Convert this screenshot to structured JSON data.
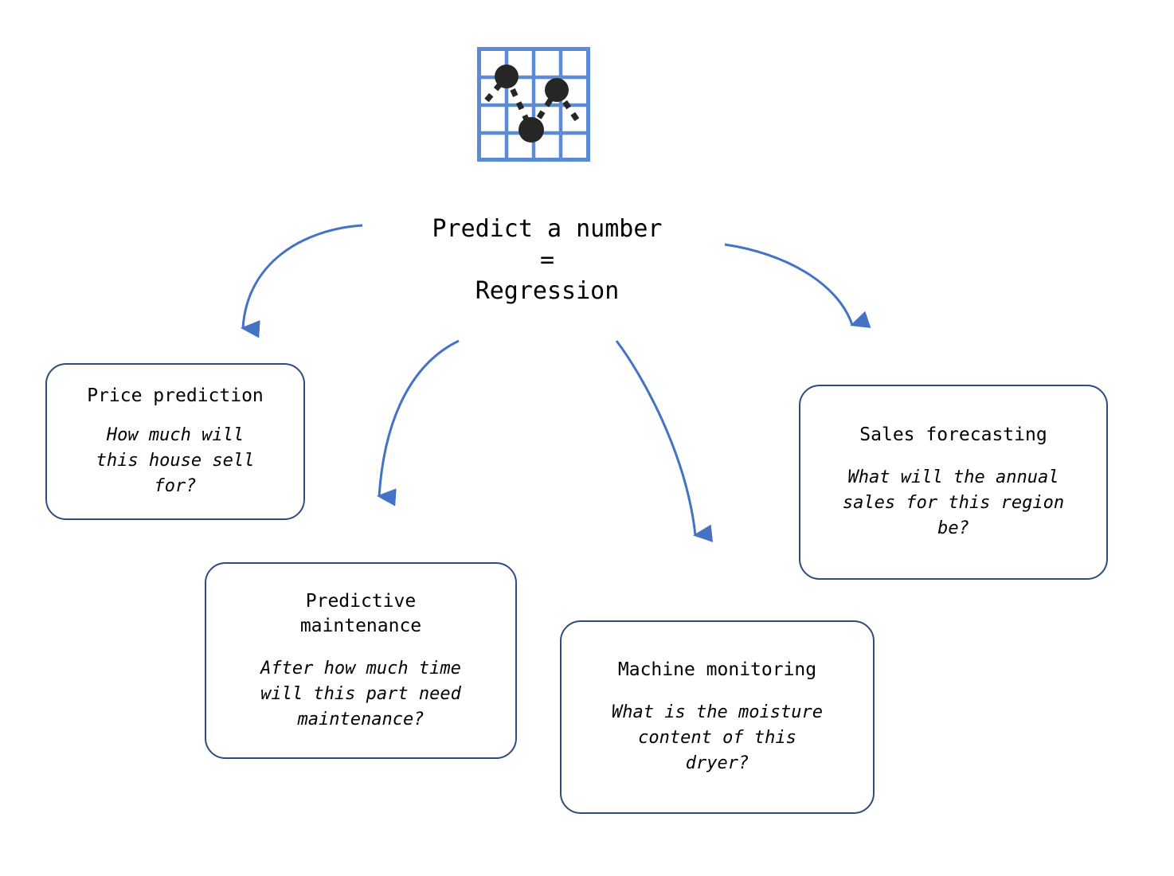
{
  "diagram": {
    "hub": {
      "icon_name": "regression-scatter-grid-icon",
      "title_line1": "Predict a number",
      "title_line2": "=",
      "title_line3": "Regression",
      "title_full": "Predict a number\n=\nRegression"
    },
    "colors": {
      "arrow": "#4472C4",
      "box_border": "#2F4B7F",
      "icon_grid": "#5B8BD4",
      "icon_dot": "#262626",
      "text": "#000000",
      "background": "#FFFFFF"
    },
    "nodes": [
      {
        "id": "price-prediction",
        "title": "Price prediction",
        "question": "How much will\nthis house sell\nfor?"
      },
      {
        "id": "predictive-maintenance",
        "title": "Predictive\nmaintenance",
        "question": "After how much time\nwill this part need\nmaintenance?"
      },
      {
        "id": "machine-monitoring",
        "title": "Machine monitoring",
        "question": "What is the moisture\ncontent of this\ndryer?"
      },
      {
        "id": "sales-forecasting",
        "title": "Sales forecasting",
        "question": "What will the annual\nsales for this region\nbe?"
      }
    ],
    "arrows": [
      {
        "id": "arrow-to-price-prediction",
        "from": "hub",
        "to": "price-prediction"
      },
      {
        "id": "arrow-to-predictive-maintenance",
        "from": "hub",
        "to": "predictive-maintenance"
      },
      {
        "id": "arrow-to-machine-monitoring",
        "from": "hub",
        "to": "machine-monitoring"
      },
      {
        "id": "arrow-to-sales-forecasting",
        "from": "hub",
        "to": "sales-forecasting"
      }
    ]
  }
}
